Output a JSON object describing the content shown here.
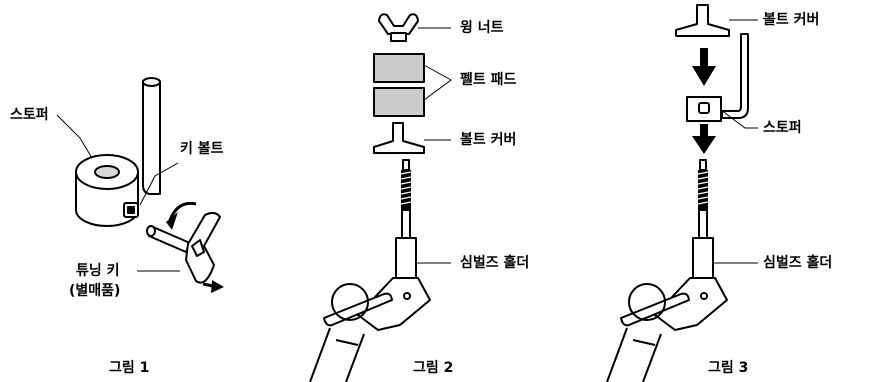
{
  "figures": [
    {
      "caption": "그림 1",
      "labels": {
        "stopper": "스토퍼",
        "key_bolt": "키 볼트",
        "tuning_key": "튜닝 키",
        "sold_separately": "(별매품)"
      }
    },
    {
      "caption": "그림 2",
      "labels": {
        "wing_nut": "윙 너트",
        "felt_pad": "펠트 패드",
        "bolt_cover": "볼트 커버",
        "cymbal_holder": "심벌즈 홀더"
      }
    },
    {
      "caption": "그림 3",
      "labels": {
        "bolt_cover": "볼트 커버",
        "stopper": "스토퍼",
        "cymbal_holder": "심벌즈 홀더"
      }
    }
  ]
}
